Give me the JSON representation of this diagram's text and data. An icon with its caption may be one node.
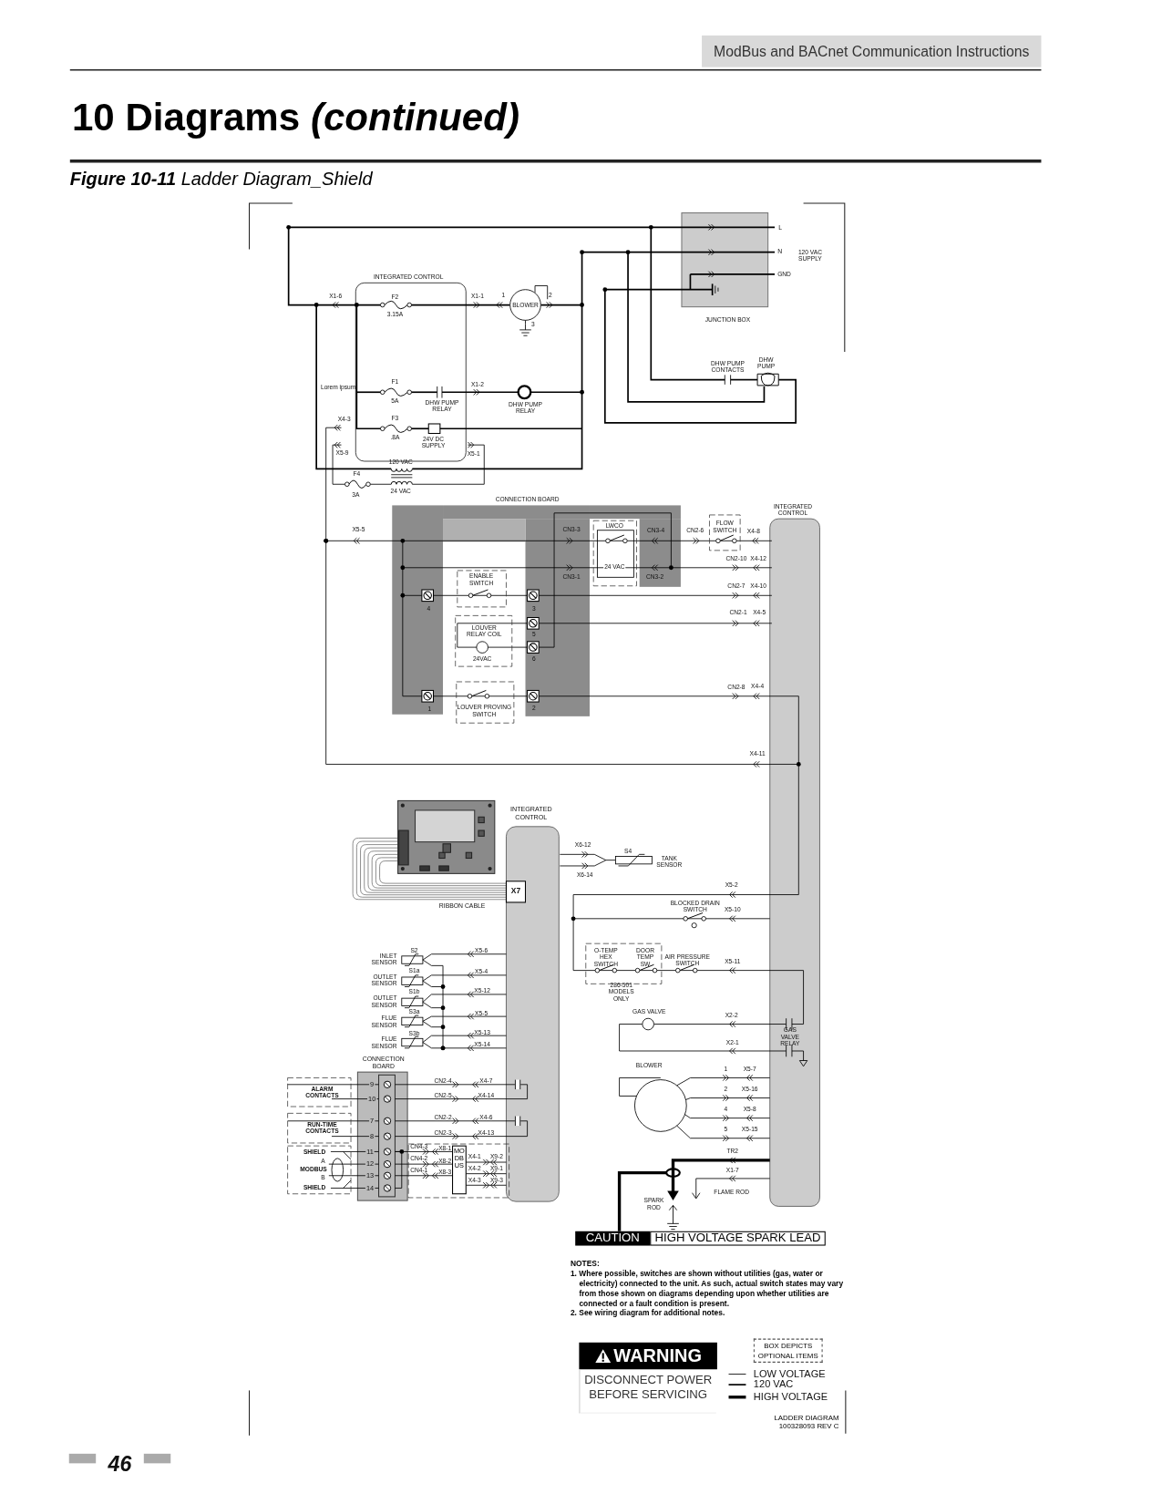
{
  "diagram": {
    "title": "10 Diagrams *(continued)*",
    "caption": "**Figure 10-11** Ladder Diagram_Shield",
    "labels": [
      "ModBus and BACnet Communication Instructions",
      "46",
      "L",
      "N",
      "120 VAC SUPPLY",
      "GND",
      "JUNCTION BOX",
      "INTEGRATED CONTROL",
      "X1-6",
      "F2",
      "3.15A",
      "X1-1",
      "1",
      "BLOWER",
      "2",
      "3",
      "DHW PUMP CONTACTS",
      "DHW PUMP",
      "Lorem ipsum",
      "F1",
      "5A",
      "DHW PUMP RELAY",
      "X1-2",
      "DHW PUMP RELAY",
      "X4-3",
      "F3",
      ".8A",
      "24V DC SUPPLY",
      "X5-9",
      "X5-1",
      "120 VAC",
      "F4",
      "3A",
      "24 VAC",
      "CONNECTION BOARD",
      "INTEGRATED CONTROL",
      "X5-5",
      "CN3-3",
      "LWCO",
      "CN3-4",
      "CN2-6",
      "FLOW SWITCH",
      "X4-8",
      "CN2-10",
      "X4-12",
      "24 VAC",
      "CN3-1",
      "CN3-2",
      "ENABLE SWITCH",
      "CN2-7",
      "X4-10",
      "4",
      "3",
      "CN2-1",
      "X4-5",
      "LOUVER RELAY COIL",
      "5",
      "24VAC",
      "6",
      "CN2-8",
      "X4-4",
      "LOUVER PROVING SWITCH",
      "1",
      "2",
      "X4-11",
      "INTEGRATED CONTROL",
      "X6-12",
      "S4",
      "TANK SENSOR",
      "X6-14",
      "X7",
      "RIBBON CABLE",
      "X5-2",
      "BLOCKED DRAIN SWITCH",
      "X5-10",
      "O-TEMP HEX SWITCH",
      "DOOR TEMP SW",
      "AIR PRESSURE SWITCH",
      "X5-11",
      "286-501 MODELS ONLY",
      "GAS VALVE",
      "X2-2",
      "GAS VALVE RELAY",
      "X2-1",
      "BLOWER",
      "1",
      "X5-7",
      "2",
      "X5-16",
      "4",
      "X5-8",
      "5",
      "X5-15",
      "TR2",
      "X1-7",
      "FLAME ROD",
      "SPARK ROD",
      "INLET SENSOR",
      "S2",
      "X5-6",
      "OUTLET SENSOR",
      "S1a",
      "X5-4",
      "OUTLET SENSOR",
      "S1b",
      "X5-12",
      "FLUE SENSOR",
      "S3a",
      "X5-5",
      "FLUE SENSOR",
      "S3b",
      "X5-13",
      "X5-14",
      "CONNECTION BOARD",
      "ALARM CONTACTS",
      "9",
      "CN2-4",
      "X4-7",
      "10",
      "CN2-5",
      "X4-14",
      "RUN-TIME CONTACTS",
      "7",
      "CN2-2",
      "X4-6",
      "8",
      "CN2-3",
      "X4-13",
      "SHIELD",
      "11",
      "CN4-3",
      "X8-1",
      "MODBUS",
      "A",
      "MODBUS",
      "B",
      "12",
      "CN4-2",
      "X8-2",
      "X4-1",
      "X9-2",
      "13",
      "CN4-1",
      "X8-3",
      "X4-2",
      "X9-1",
      "SHIELD",
      "14",
      "X4-3",
      "X9-3",
      "CAUTION",
      "HIGH VOLTAGE SPARK LEAD",
      "NOTES:",
      "1. Where possible, switches are shown without utilities (gas, water or electricity) connected to the unit. As such, actual switch states may vary from those shown on diagrams depending upon whether utilities are connected or a fault condition is present.",
      "2. See wiring diagram for additional notes.",
      "WARNING",
      "DISCONNECT POWER BEFORE SERVICING",
      "LADDER DIAGRAM 100328093 REV C"
    ],
    "legend": [
      {
        "text": "BOX DEPICTS OPTIONAL ITEMS"
      },
      {
        "text": "LOW VOLTAGE"
      },
      {
        "text": "120 VAC"
      },
      {
        "text": "HIGH VOLTAGE"
      }
    ]
  }
}
